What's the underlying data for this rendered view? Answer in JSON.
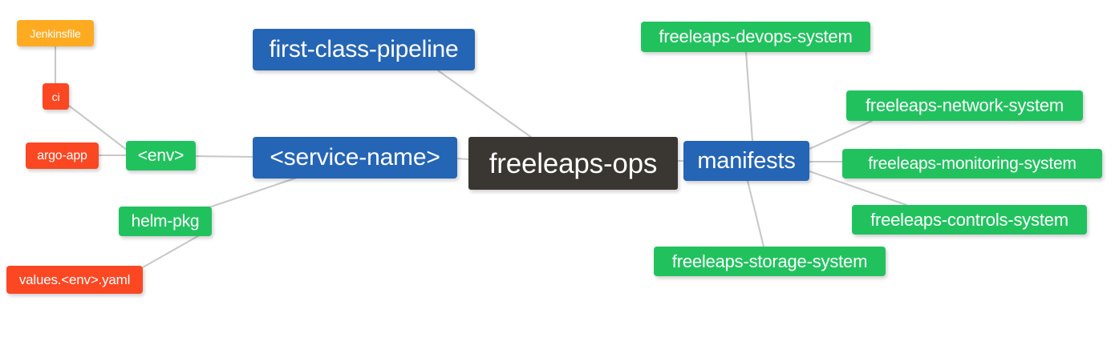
{
  "diagram": {
    "type": "mindmap",
    "title": "freeleaps-ops",
    "background": "#ffffff",
    "edge_color": "#c8c8c8",
    "palette": {
      "root": "#3a3631",
      "blue": "#2565b5",
      "green": "#21c25e",
      "orange": "#feab22",
      "red": "#fb4722"
    }
  },
  "nodes": {
    "root": {
      "label": "freeleaps-ops"
    },
    "first_class_pipeline": {
      "label": "first-class-pipeline"
    },
    "service_name": {
      "label": "<service-name>"
    },
    "manifests": {
      "label": "manifests"
    },
    "env": {
      "label": "<env>"
    },
    "helm_pkg": {
      "label": "helm-pkg"
    },
    "ci": {
      "label": "ci"
    },
    "jenkinsfile": {
      "label": "Jenkinsfile"
    },
    "argo_app": {
      "label": "argo-app"
    },
    "values_yaml": {
      "label": "values.<env>.yaml"
    },
    "devops_system": {
      "label": "freeleaps-devops-system"
    },
    "network_system": {
      "label": "freeleaps-network-system"
    },
    "monitoring_system": {
      "label": "freeleaps-monitoring-system"
    },
    "controls_system": {
      "label": "freeleaps-controls-system"
    },
    "storage_system": {
      "label": "freeleaps-storage-system"
    }
  },
  "edges": [
    {
      "from": "first_class_pipeline",
      "to": "root"
    },
    {
      "from": "service_name",
      "to": "root"
    },
    {
      "from": "root",
      "to": "manifests"
    },
    {
      "from": "env",
      "to": "service_name"
    },
    {
      "from": "helm_pkg",
      "to": "service_name"
    },
    {
      "from": "ci",
      "to": "env"
    },
    {
      "from": "jenkinsfile",
      "to": "ci"
    },
    {
      "from": "argo_app",
      "to": "env"
    },
    {
      "from": "values_yaml",
      "to": "helm_pkg"
    },
    {
      "from": "manifests",
      "to": "devops_system"
    },
    {
      "from": "manifests",
      "to": "network_system"
    },
    {
      "from": "manifests",
      "to": "monitoring_system"
    },
    {
      "from": "manifests",
      "to": "controls_system"
    },
    {
      "from": "manifests",
      "to": "storage_system"
    }
  ]
}
